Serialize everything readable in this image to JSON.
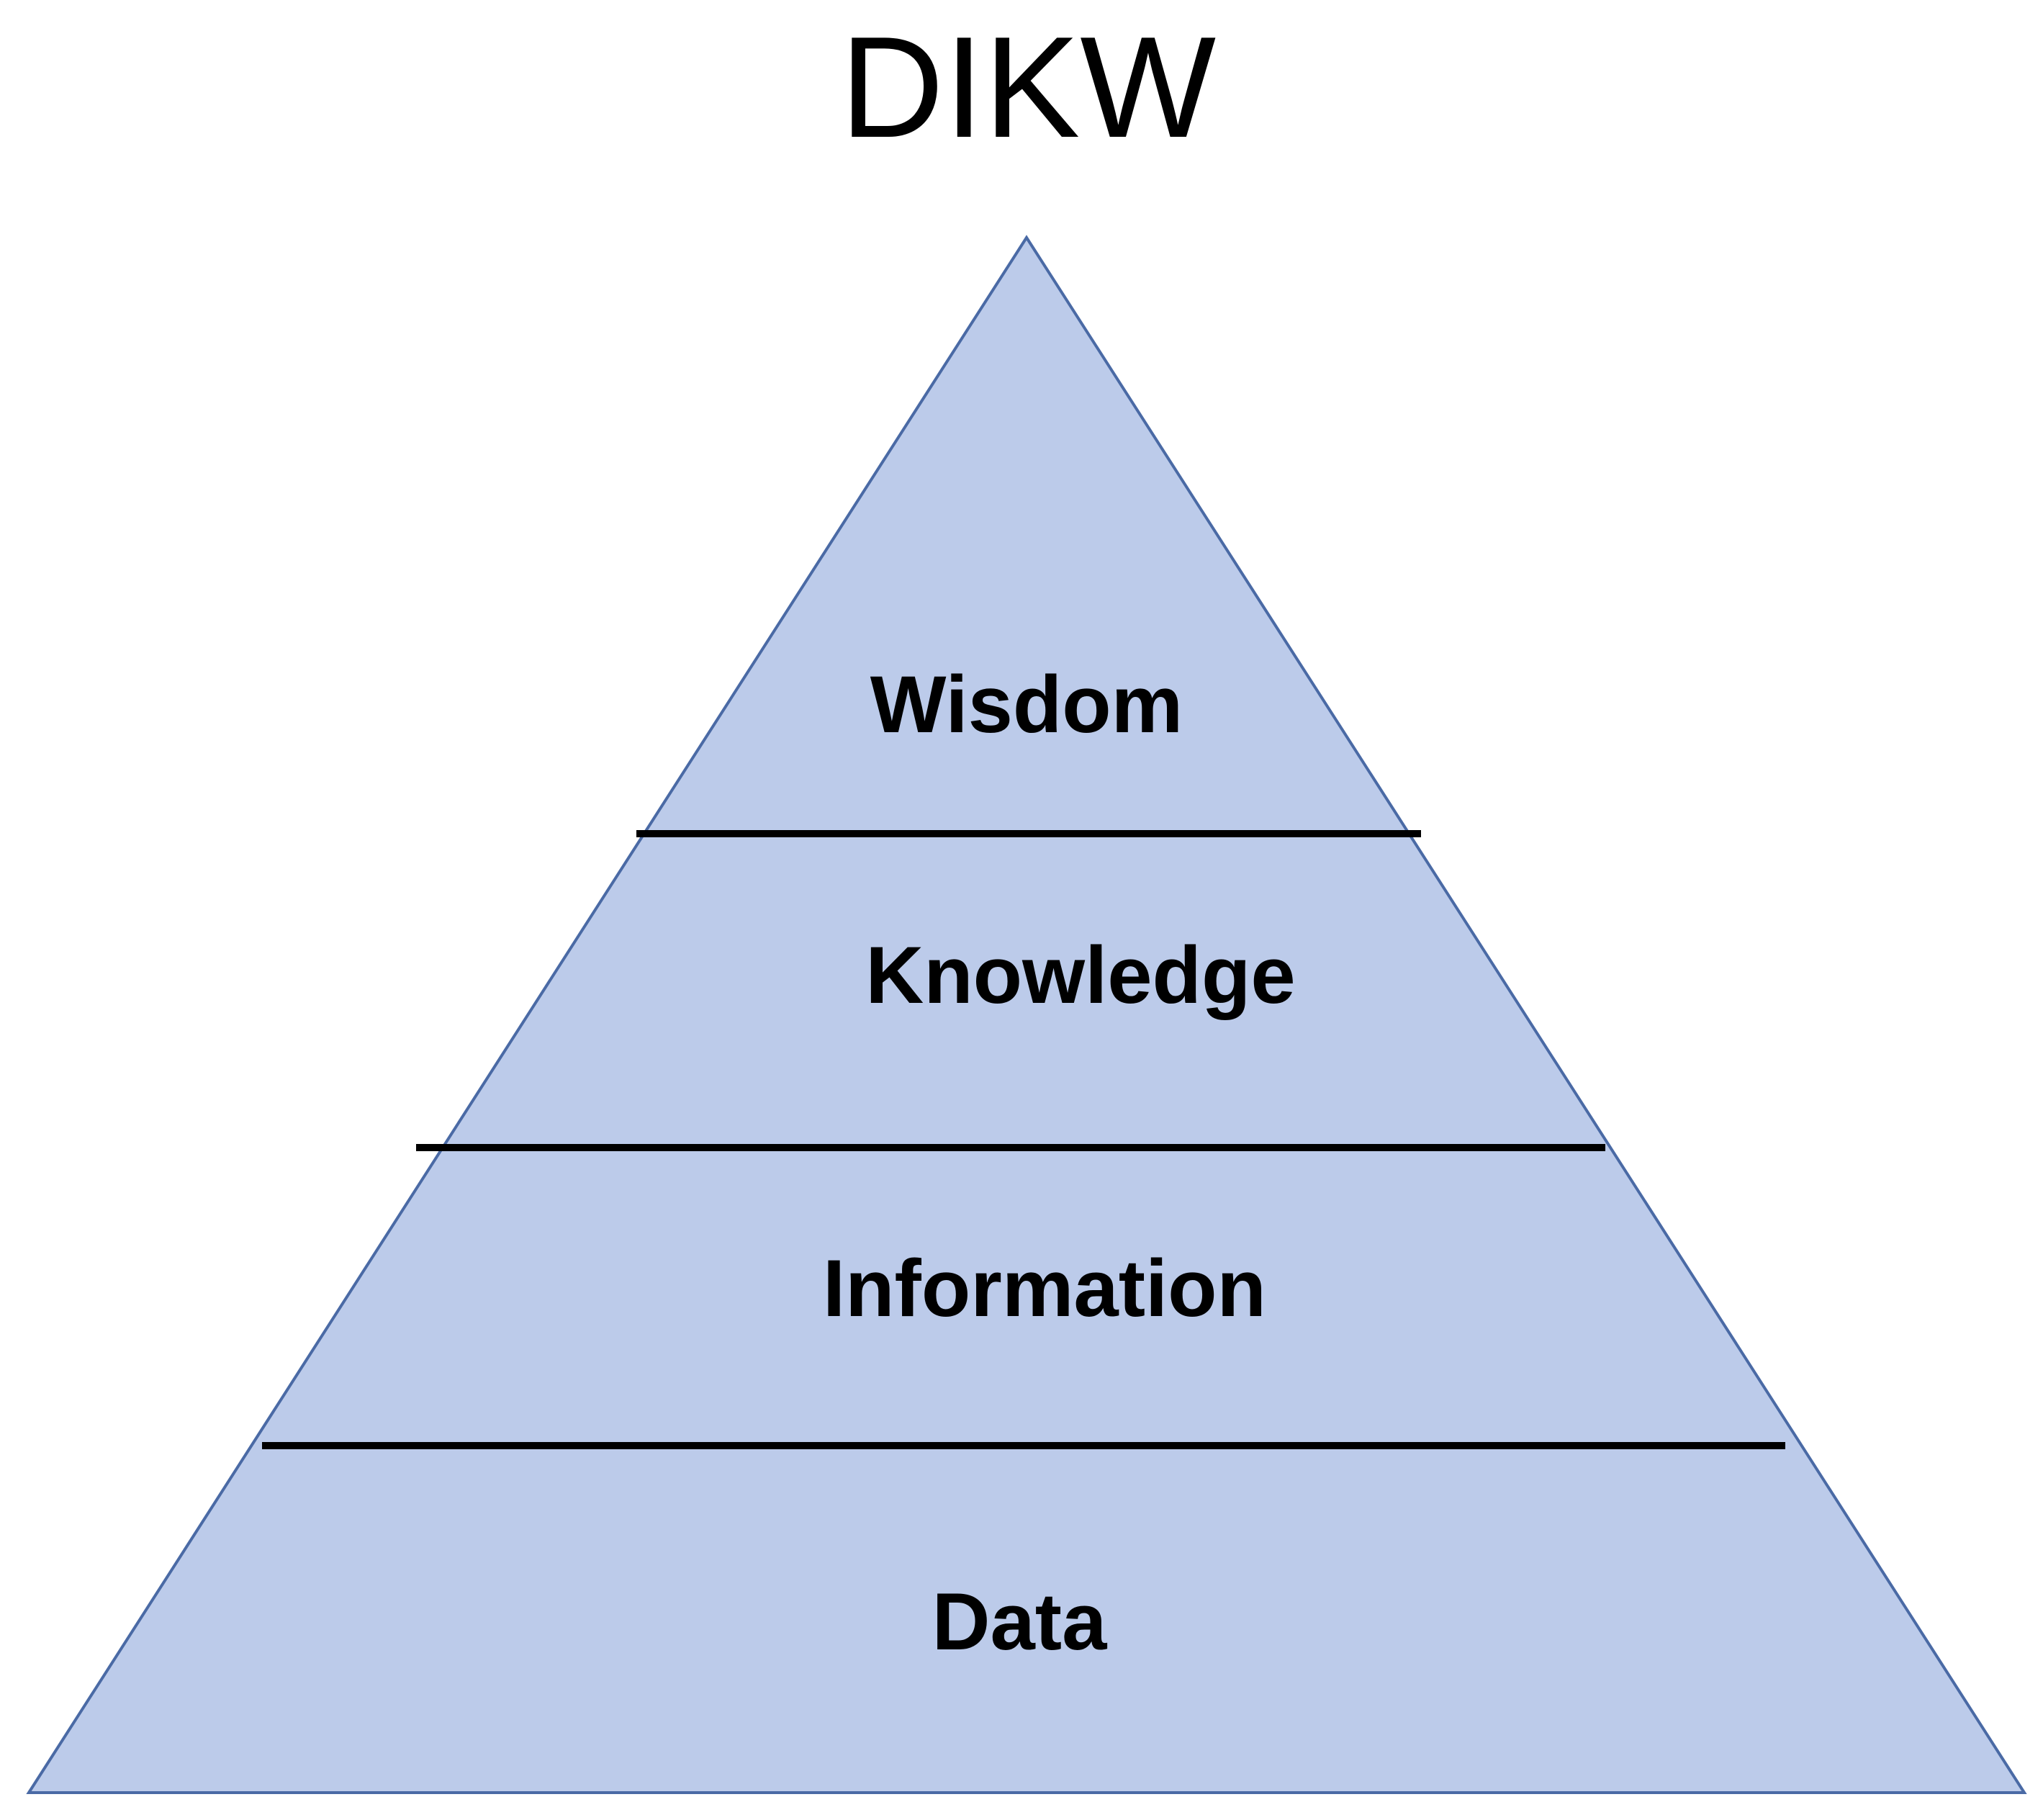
{
  "diagram": {
    "title": "DIKW",
    "layers": [
      {
        "label": "Wisdom"
      },
      {
        "label": "Knowledge"
      },
      {
        "label": "Information"
      },
      {
        "label": "Data"
      }
    ],
    "colors": {
      "pyramid_fill": "#bccbea",
      "pyramid_outline": "#4a6aa5",
      "divider": "#000000",
      "text": "#000000"
    }
  }
}
